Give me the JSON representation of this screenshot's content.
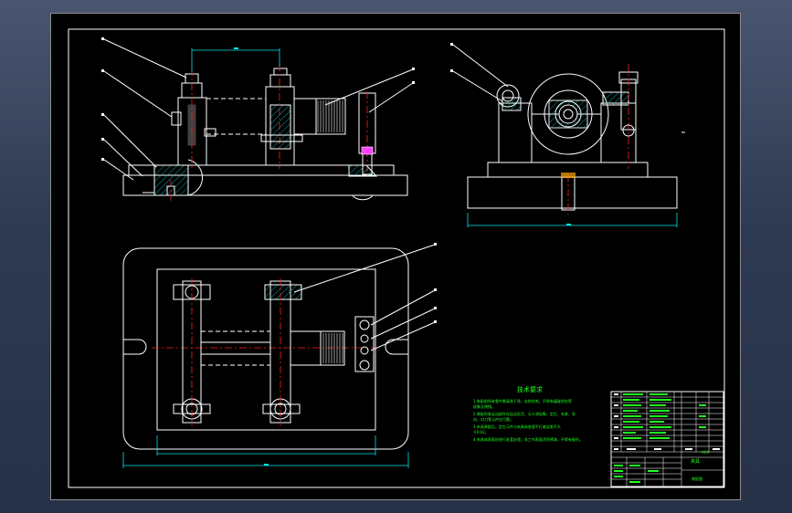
{
  "drawing": {
    "background": "#000000",
    "outline_color": "#ffffff",
    "dimension_color": "#00e5e5",
    "centerline_color": "#ff2020",
    "text_color": "#20ff20",
    "hatch_color": "#00cccc"
  },
  "technical_requirements": {
    "title": "技术要求",
    "lines": [
      "1.装配前所有零件需清洗干净，去除毛刺，不得有磕碰划伤等",
      "现象及锈蚀。",
      "2.装配时各运动部件应运动灵活，无卡滞现象，定位、夹紧、导",
      "向、对刀等元件应可靠。",
      "3.夹具装配后，定位元件与夹具体底面平行度误差不大",
      "于0.02。",
      "4.夹具体表面应进行发蓝处理，非工作表面涂防锈漆，不得有碰伤。"
    ]
  },
  "title_block": {
    "name": "夹具",
    "company": "XXX",
    "drawing_no": "装配图"
  }
}
